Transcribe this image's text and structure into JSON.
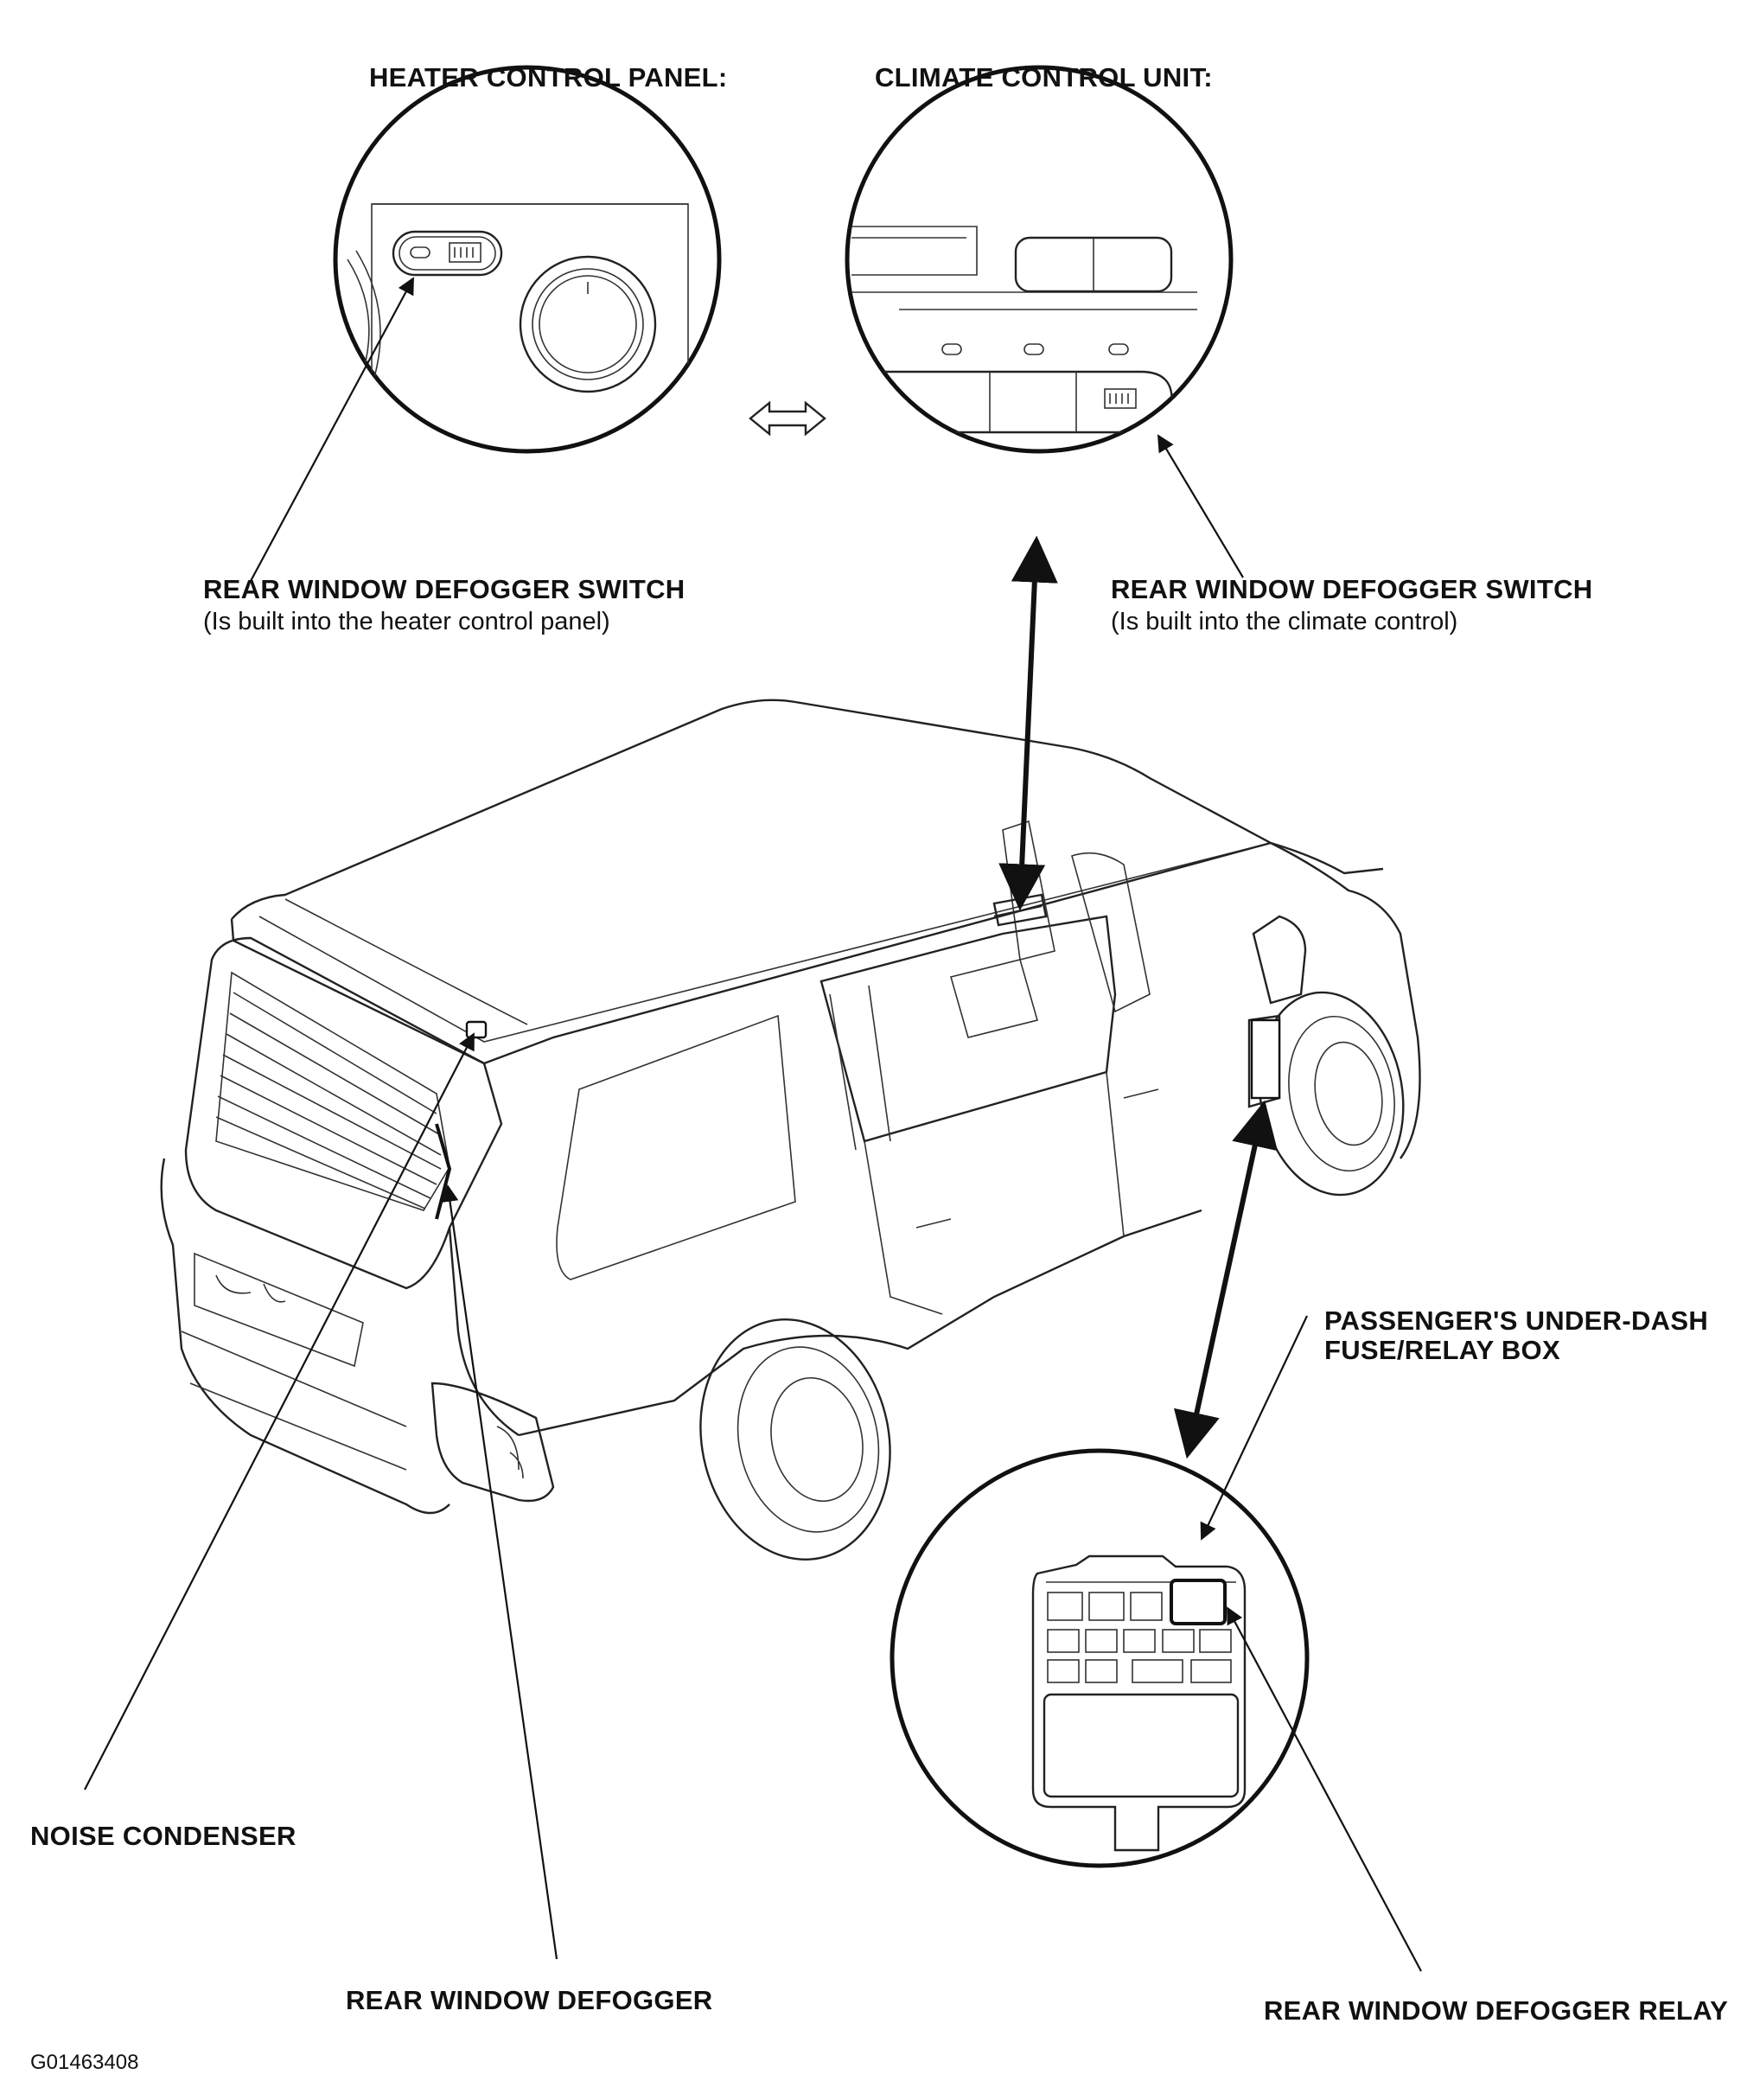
{
  "labels": {
    "heater_panel_title": "HEATER CONTROL PANEL:",
    "climate_unit_title": "CLIMATE CONTROL UNIT:",
    "switch_left": "REAR WINDOW DEFOGGER SWITCH",
    "switch_left_note": "(Is built into the heater control panel)",
    "switch_right": "REAR WINDOW DEFOGGER SWITCH",
    "switch_right_note": "(Is built into the climate control)",
    "fuse_box_line1": "PASSENGER'S UNDER-DASH",
    "fuse_box_line2": "FUSE/RELAY BOX",
    "noise_condenser": "NOISE CONDENSER",
    "rear_defogger": "REAR WINDOW DEFOGGER",
    "defogger_relay": "REAR WINDOW DEFOGGER RELAY",
    "figure_code": "G01463408"
  },
  "icons": {
    "defogger_symbol": "rear-defrost-icon",
    "equivalence": "double-arrow-icon"
  }
}
